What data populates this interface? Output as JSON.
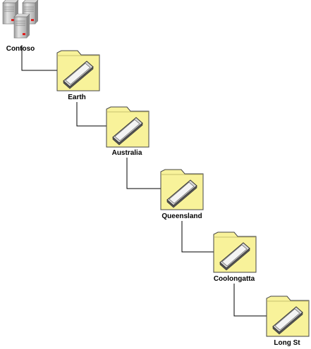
{
  "diagram": {
    "root": {
      "label": "Contoso",
      "icon": "server-cluster-icon"
    },
    "nodes": [
      {
        "label": "Earth",
        "icon": "folder-book-icon"
      },
      {
        "label": "Australia",
        "icon": "folder-book-icon"
      },
      {
        "label": "Queensland",
        "icon": "folder-book-icon"
      },
      {
        "label": "Coolongatta",
        "icon": "folder-book-icon"
      },
      {
        "label": "Long St",
        "icon": "folder-book-icon"
      }
    ],
    "colors": {
      "folder_fill": "#f8f29a",
      "folder_stroke": "#444444",
      "connector": "#000000",
      "server_body": "#c8c8c8",
      "server_led": "#e02020"
    }
  }
}
